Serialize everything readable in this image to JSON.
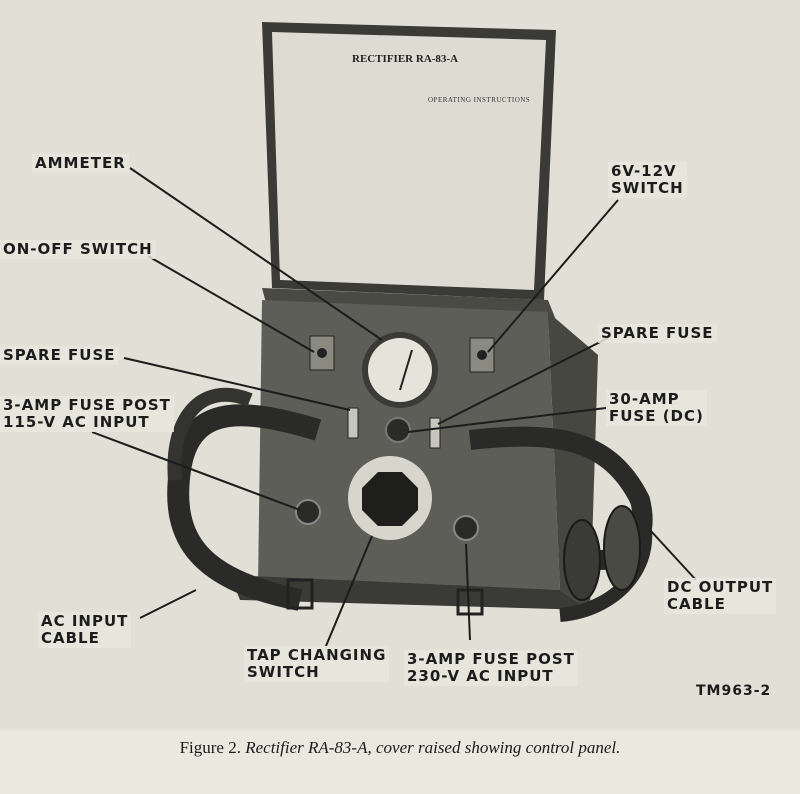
{
  "lid": {
    "title": "RECTIFIER RA-83-A",
    "subtitle": "OPERATING INSTRUCTIONS"
  },
  "callouts": {
    "ammeter": "AMMETER",
    "switch_6v_12v_line1": "6V-12V",
    "switch_6v_12v_line2": "SWITCH",
    "on_off_switch": "ON-OFF SWITCH",
    "spare_fuse_left": "SPARE FUSE",
    "spare_fuse_right": "SPARE FUSE",
    "fuse_post_115_line1": "3-AMP FUSE POST",
    "fuse_post_115_line2": "115-V AC INPUT",
    "fuse_30amp_line1": "30-AMP",
    "fuse_30amp_line2": "FUSE (DC)",
    "ac_input_cable_line1": "AC INPUT",
    "ac_input_cable_line2": "CABLE",
    "dc_output_cable_line1": "DC OUTPUT",
    "dc_output_cable_line2": "CABLE",
    "tap_changing_line1": "TAP CHANGING",
    "tap_changing_line2": "SWITCH",
    "fuse_post_230_line1": "3-AMP FUSE POST",
    "fuse_post_230_line2": "230-V AC INPUT"
  },
  "figure_id": "TM963-2",
  "caption": {
    "lead": "Figure 2.",
    "text": " Rectifier RA-83-A, cover raised showing control panel."
  },
  "colors": {
    "panel": "#5e5e58",
    "lid_inner": "#dedcd2",
    "cable": "#2a2a28",
    "ink": "#1c1c1c"
  }
}
